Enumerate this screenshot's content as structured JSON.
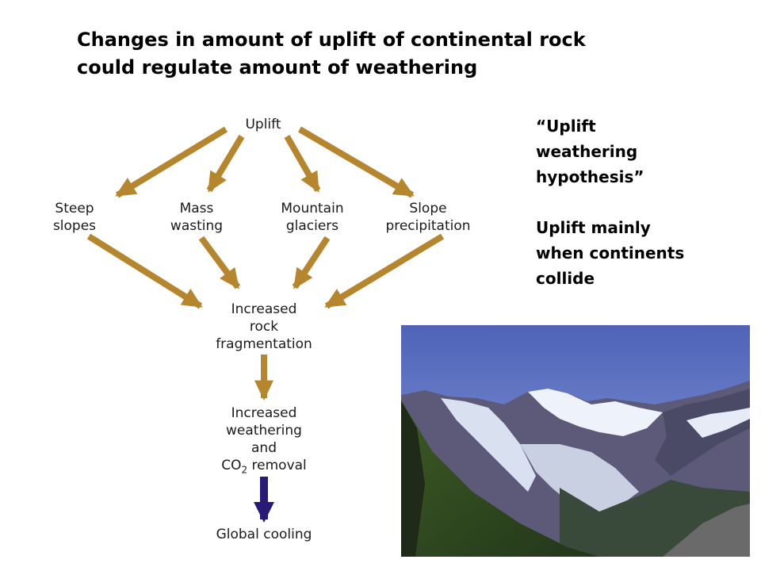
{
  "title": {
    "line1": "Changes in amount of uplift of continental rock",
    "line2": "could regulate amount of weathering"
  },
  "side_text": {
    "line1": "“Uplift",
    "line2": "weathering",
    "line3": "hypothesis”",
    "line4": "Uplift mainly",
    "line5": "when continents",
    "line6": "collide"
  },
  "diagram": {
    "uplift": "Uplift",
    "steep": {
      "l1": "Steep",
      "l2": "slopes"
    },
    "mass": {
      "l1": "Mass",
      "l2": "wasting"
    },
    "glaciers": {
      "l1": "Mountain",
      "l2": "glaciers"
    },
    "precip": {
      "l1": "Slope",
      "l2": "precipitation"
    },
    "fragmentation": {
      "l1": "Increased",
      "l2": "rock",
      "l3": "fragmentation"
    },
    "weathering": {
      "l1": "Increased",
      "l2": "weathering",
      "l3": "and",
      "l4a": "CO",
      "l4sub": "2",
      "l4b": " removal"
    },
    "cooling": "Global cooling",
    "arrow_color": "#b5862e",
    "final_arrow_color": "#2a1a78"
  }
}
